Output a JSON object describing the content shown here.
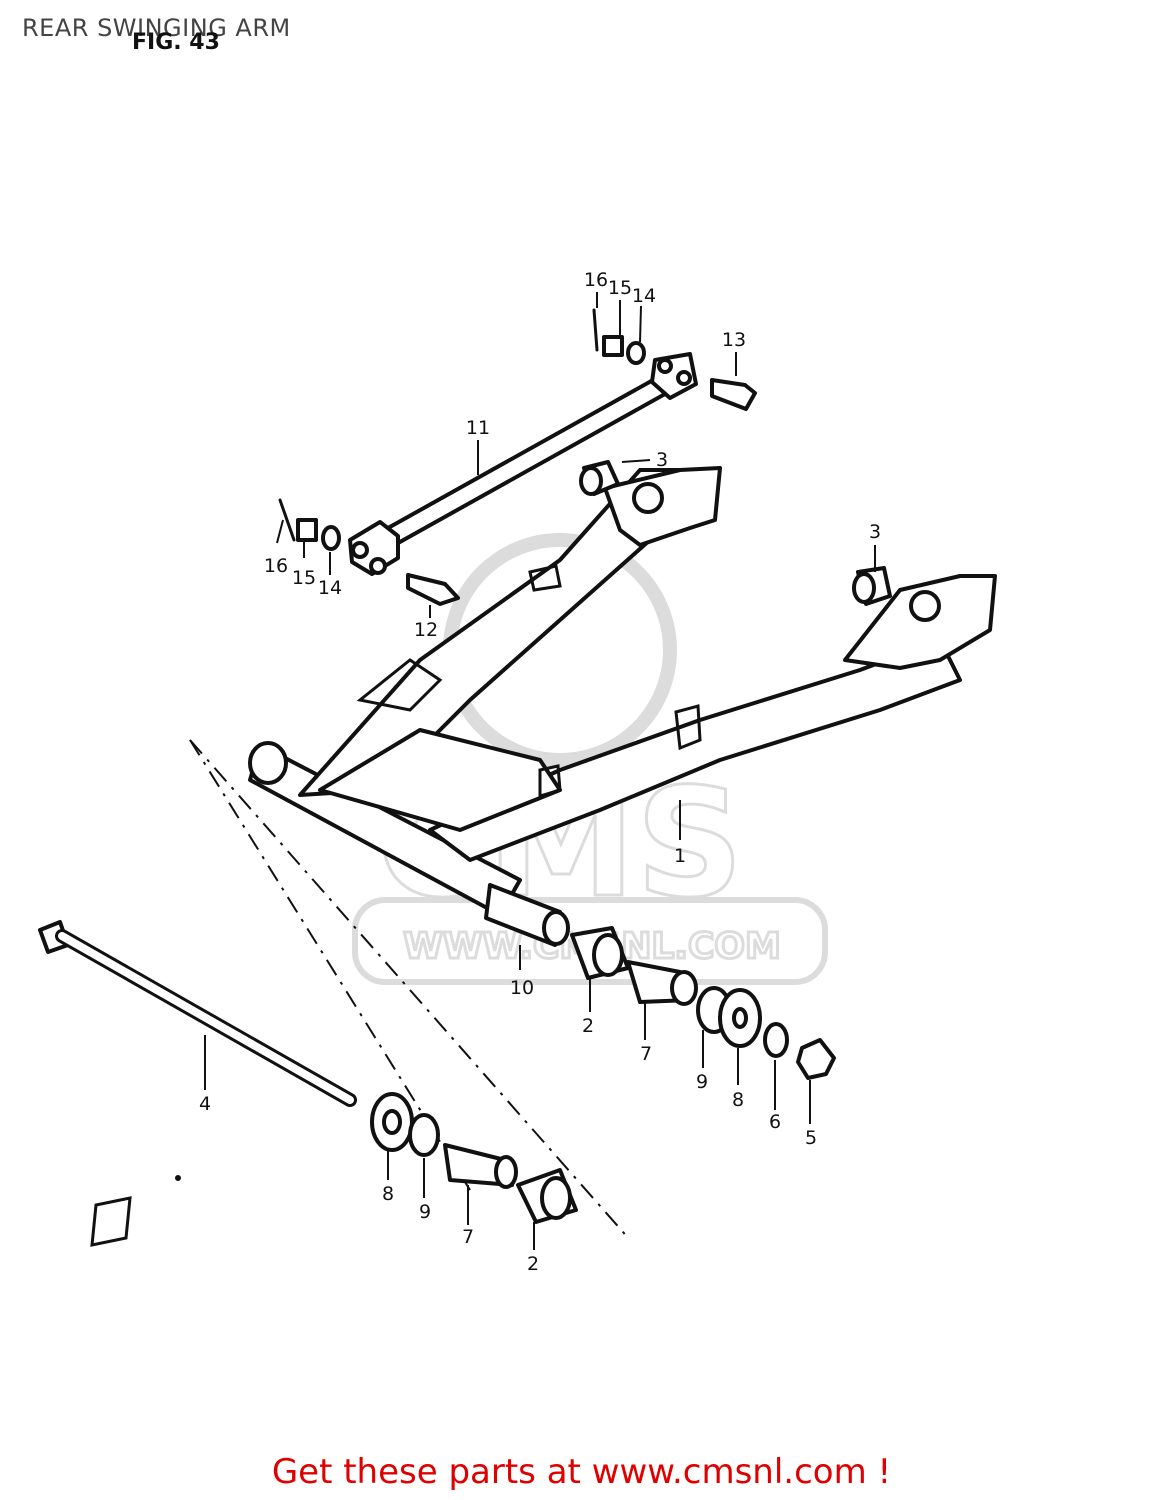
{
  "page": {
    "title": "REAR SWINGING ARM",
    "figure_label": "FIG. 43",
    "cta_text": "Get these parts at www.cmsnl.com !"
  },
  "watermark": {
    "big": "CMS",
    "url": "WWW.CMSNL.COM"
  },
  "colors": {
    "cta": "#e00000",
    "ink": "#111111",
    "watermark": "#dcdcdc"
  },
  "callouts": {
    "c1": "1",
    "c2a": "2",
    "c2b": "2",
    "c3a": "3",
    "c3b": "3",
    "c4": "4",
    "c5": "5",
    "c6": "6",
    "c7a": "7",
    "c7b": "7",
    "c8a": "8",
    "c8b": "8",
    "c9a": "9",
    "c9b": "9",
    "c10": "10",
    "c11": "11",
    "c12": "12",
    "c13": "13",
    "c14a": "14",
    "c14b": "14",
    "c15a": "15",
    "c15b": "15",
    "c16a": "16",
    "c16b": "16"
  }
}
